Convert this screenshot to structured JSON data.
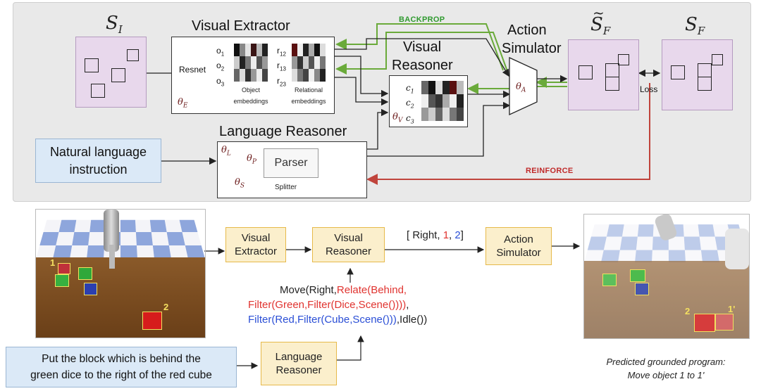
{
  "labels": {
    "s_initial": "S",
    "s_initial_sub": "I",
    "s_pred": "S",
    "s_pred_sub": "F",
    "s_final": "S",
    "s_final_sub": "F",
    "visual_extractor": "Visual Extractor",
    "visual_reasoner_1": "Visual",
    "visual_reasoner_2": "Reasoner",
    "action_simulator_1": "Action",
    "action_simulator_2": "Simulator",
    "language_reasoner": "Language Reasoner",
    "resnet": "Resnet",
    "object_embeddings_1": "Object",
    "object_embeddings_2": "embeddings",
    "relational_embeddings_1": "Relational",
    "relational_embeddings_2": "embeddings",
    "o1": "o",
    "o1_sub": "1",
    "o2": "o",
    "o2_sub": "2",
    "o3": "o",
    "o3_sub": "3",
    "r12": "r",
    "r12_sub": "12",
    "r13": "r",
    "r13_sub": "13",
    "r23": "r",
    "r23_sub": "23",
    "c1": "c",
    "c1_sub": "1",
    "c2": "c",
    "c2_sub": "2",
    "c3": "c",
    "c3_sub": "3",
    "theta_E": "θ",
    "theta_E_sub": "E",
    "theta_V": "θ",
    "theta_V_sub": "V",
    "theta_A": "θ",
    "theta_A_sub": "A",
    "theta_L": "θ",
    "theta_L_sub": "L",
    "theta_P": "θ",
    "theta_P_sub": "P",
    "theta_S": "θ",
    "theta_S_sub": "S",
    "parser": "Parser",
    "splitter": "Splitter",
    "loss": "Loss",
    "backprop": "BACKPROP",
    "reinforce": "REINFORCE",
    "nl_instruction_1": "Natural language",
    "nl_instruction_2": "instruction"
  },
  "bottom": {
    "visual_extractor_1": "Visual",
    "visual_extractor_2": "Extractor",
    "visual_reasoner_1": "Visual",
    "visual_reasoner_2": "Reasoner",
    "action_simulator_1": "Action",
    "action_simulator_2": "Simulator",
    "language_reasoner_1": "Language",
    "language_reasoner_2": "Reasoner",
    "output_open": "[ Right, ",
    "output_1": "1",
    "output_comma": ", ",
    "output_2": "2",
    "output_close": "]",
    "code_line1_a": "Move(Right,",
    "code_line1_b": "Relate(Behind,",
    "code_line2": "Filter(Green,Filter(Dice,Scene())))",
    "code_line2_end": ",",
    "code_line3_a": "Filter(Red,Filter(Cube,Scene()))",
    "code_line3_b": ",Idle())",
    "instruction_1": "Put the block which is behind the",
    "instruction_2": "green dice to the right of the red cube",
    "caption_1": "Predicted grounded program:",
    "caption_2": "Move object 1 to 1'",
    "scene1_label_1": "1",
    "scene1_label_2": "2",
    "scene2_label_2": "2",
    "scene2_label_1p": "1'"
  },
  "colors": {
    "green_arrow": "#6aaa3a",
    "red_arrow": "#c0443c",
    "purple_state": "#e8d8ec",
    "yellow_module": "#fbefcc",
    "blue_instruction": "#dbe9f7"
  }
}
